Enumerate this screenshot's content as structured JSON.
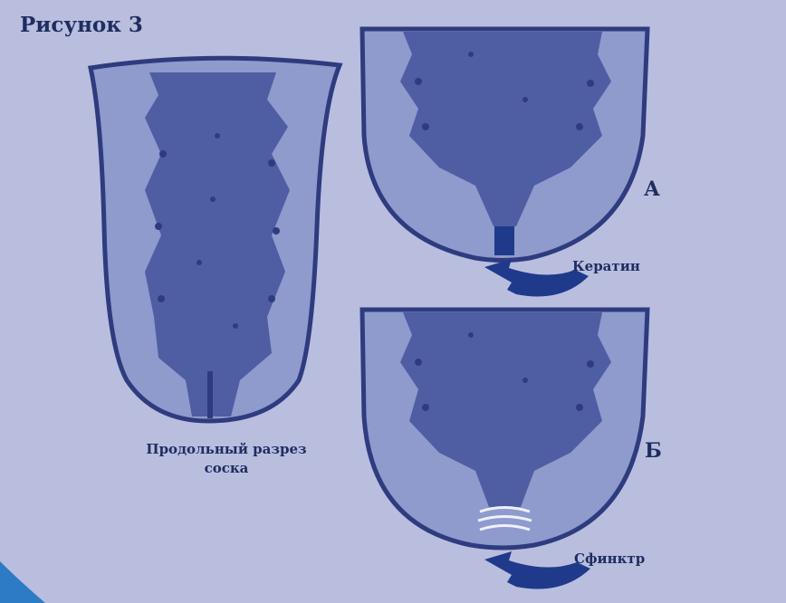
{
  "figure": {
    "title": "Рисунок 3",
    "caption_line1": "Продольный разрез",
    "caption_line2": "соска",
    "panel_a_label": "А",
    "panel_b_label": "Б",
    "keratin_label": "Кератин",
    "sphincter_label": "Сфинктр"
  },
  "colors": {
    "background": "#b9bedf",
    "outer_tissue": "#8f9acd",
    "inner_tissue": "#4f5ea3",
    "dark_ink": "#2e3c7f",
    "text": "#1f2d60"
  }
}
